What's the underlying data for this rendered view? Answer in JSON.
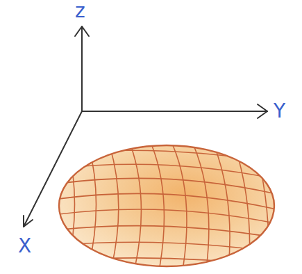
{
  "diagram": {
    "labels": [
      "z",
      "Y",
      "X"
    ]
  }
}
